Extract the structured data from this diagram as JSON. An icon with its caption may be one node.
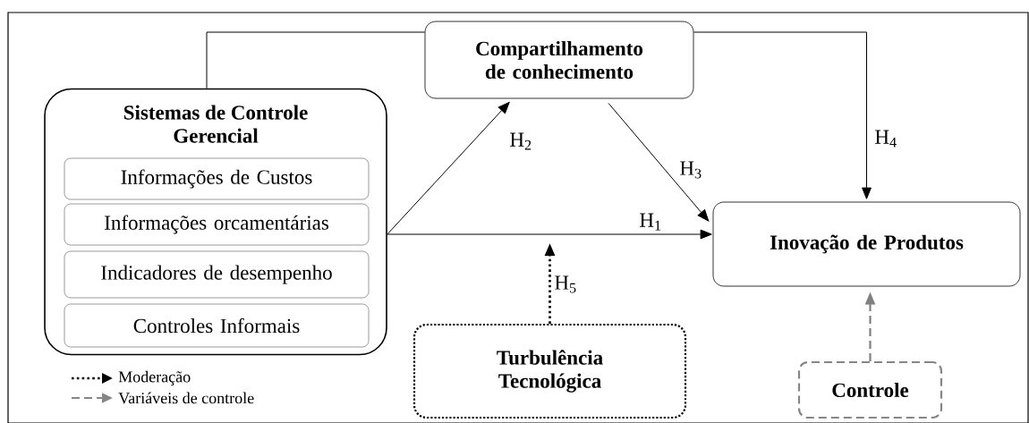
{
  "diagram": {
    "nodes": [
      {
        "text": [
          "Compartilhamento de conhecimento"
        ]
      },
      {
        "text": [
          "Sistemas de Controle Gerencial"
        ]
      },
      {
        "text": [
          "Informações de Custos"
        ],
        "in": 1
      },
      {
        "text": [
          "Informações orcamentárias"
        ],
        "in": 1
      },
      {
        "text": [
          "Indicadores de desempenho"
        ],
        "in": 1
      },
      {
        "text": [
          "Controles Informais"
        ],
        "in": 1
      },
      {
        "text": [
          "Inovação de Produtos"
        ]
      },
      {
        "text": [
          "Turbulência Tecnológica"
        ]
      },
      {
        "text": [
          "Controle"
        ]
      }
    ],
    "edges": [
      {
        "from": 1,
        "to": 6,
        "arrow": "to",
        "label": "H$_{1}$"
      },
      {
        "from": 1,
        "to": 0,
        "arrow": "to",
        "label": "H$_{2}$"
      },
      {
        "from": 0,
        "to": 6,
        "arrow": "to",
        "label": "H$_{3}$"
      },
      {
        "from": 0,
        "to": 6,
        "arrow": "to",
        "label": "H$_{4}$"
      },
      {
        "from": 1,
        "to": 0,
        "arrow": "none"
      },
      {
        "from": 7,
        "to": null,
        "arrow": "to",
        "label": "H$_{5}$",
        "style": "dashed"
      },
      {
        "from": 8,
        "to": 6,
        "arrow": "to",
        "style": "dashed",
        "color": "#808080"
      }
    ],
    "legend": [
      {
        "text": "Moderação"
      },
      {
        "text": "Variáveis de controle"
      }
    ]
  }
}
